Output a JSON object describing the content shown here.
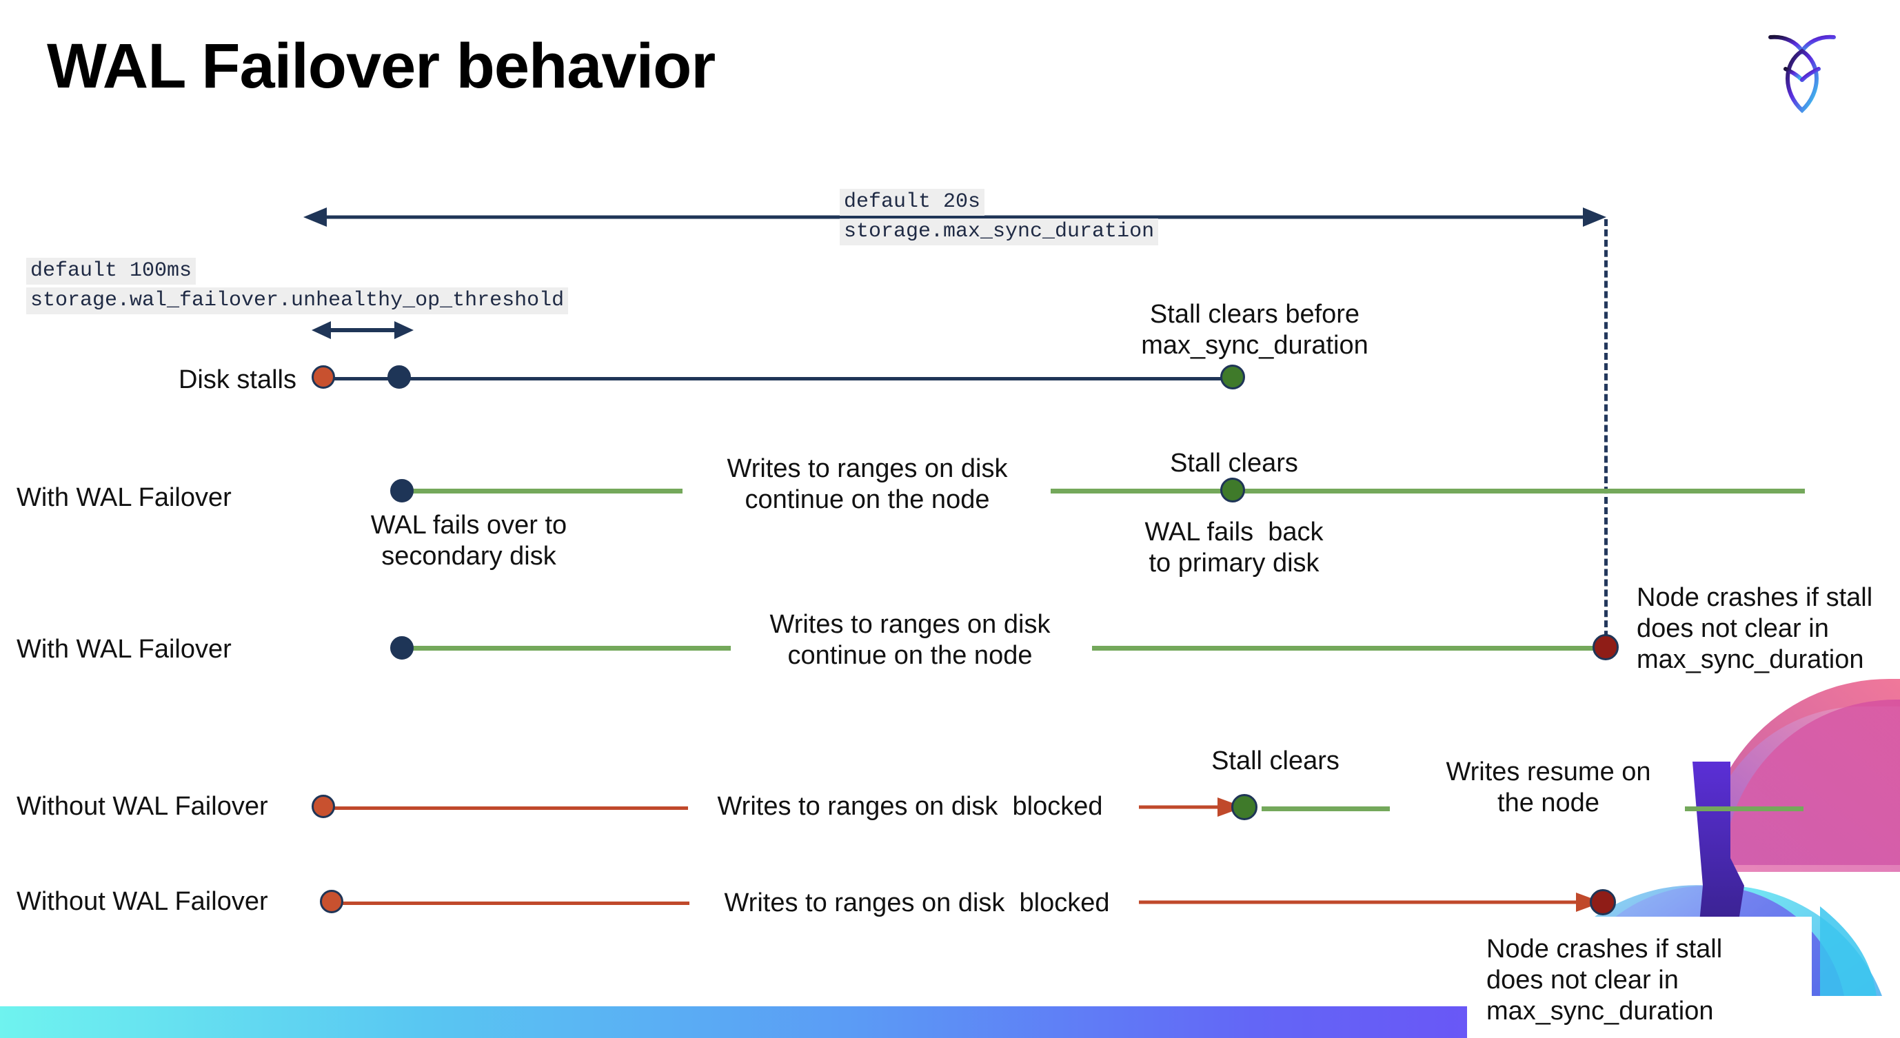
{
  "slide": {
    "title": "WAL Failover behavior",
    "logo_name": "cockroachdb-logo"
  },
  "annotations": {
    "max_sync_default": "default 20s",
    "max_sync_setting": "storage.max_sync_duration",
    "unhealthy_default": "default 100ms",
    "unhealthy_setting": "storage.wal_failover.unhealthy_op_threshold"
  },
  "rows": [
    {
      "label": "Disk stalls",
      "notes": [
        "Stall clears before\nmax_sync_duration"
      ]
    },
    {
      "label": "With WAL Failover",
      "notes": [
        "Writes to ranges on disk\ncontinue on the node",
        "Stall clears",
        "WAL fails over to\nsecondary disk",
        "WAL fails  back\nto primary disk"
      ]
    },
    {
      "label": "With WAL Failover",
      "notes": [
        "Writes to ranges on disk\ncontinue on the node",
        "Node crashes if stall\ndoes not clear in\nmax_sync_duration"
      ]
    },
    {
      "label": "Without WAL Failover",
      "notes": [
        "Writes to ranges on disk  blocked",
        "Stall clears",
        "Writes resume on\nthe node"
      ]
    },
    {
      "label": "Without WAL Failover",
      "notes": [
        "Writes to ranges on disk  blocked",
        "Node crashes if stall\ndoes not clear in\nmax_sync_duration"
      ]
    }
  ],
  "colors": {
    "navy": "#1f3557",
    "green_line": "#74a85b",
    "red_line": "#c0492b",
    "dot_orange": "#c8512f",
    "dot_navy": "#1e3557",
    "dot_green": "#3f7a2a",
    "dot_darkred": "#8f1d17",
    "code_bg": "#eeeeee"
  }
}
